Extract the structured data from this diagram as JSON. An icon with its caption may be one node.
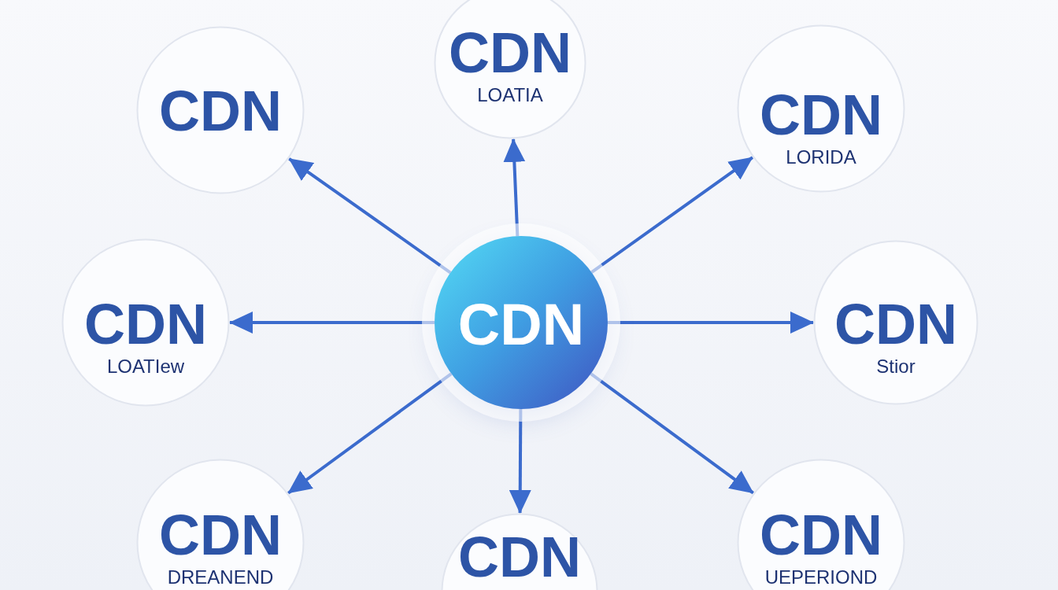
{
  "diagram": {
    "nodes": [
      {
        "text": [
          "CDN"
        ]
      },
      {
        "text": [
          "CDN",
          "LOATIA"
        ]
      },
      {
        "text": [
          "CDN",
          "LORIDA"
        ]
      },
      {
        "text": [
          "CDN",
          "LOATIew"
        ]
      },
      {
        "text": [
          "CDN"
        ]
      },
      {
        "text": [
          "CDN",
          "Stior"
        ]
      },
      {
        "text": [
          "CDN",
          "DREANEND"
        ]
      },
      {
        "text": [
          "CDN"
        ]
      },
      {
        "text": [
          "CDN",
          "UEPERIOND"
        ]
      }
    ],
    "edges": [
      {
        "from": 4,
        "to": 0,
        "arrow": "to"
      },
      {
        "from": 4,
        "to": 1,
        "arrow": "to"
      },
      {
        "from": 4,
        "to": 2,
        "arrow": "to"
      },
      {
        "from": 4,
        "to": 3,
        "arrow": "to"
      },
      {
        "from": 4,
        "to": 5,
        "arrow": "to"
      },
      {
        "from": 4,
        "to": 6,
        "arrow": "to"
      },
      {
        "from": 4,
        "to": 7,
        "arrow": "to"
      },
      {
        "from": 4,
        "to": 8,
        "arrow": "to"
      }
    ]
  }
}
